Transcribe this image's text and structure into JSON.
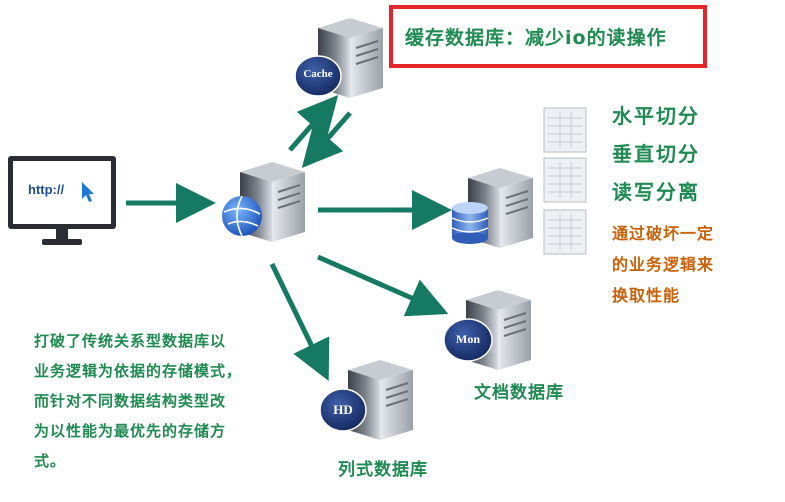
{
  "cache_note": "缓存数据库：减少io的读操作",
  "cache_server_label": "Cache",
  "browser_url": "http://",
  "scaling": {
    "items": [
      "水平切分",
      "垂直切分",
      "读写分离"
    ]
  },
  "scaling_note": [
    "通过破坏一定",
    "的业务逻辑来",
    "换取性能"
  ],
  "doc_db": {
    "badge": "Mon",
    "caption": "文档数据库"
  },
  "col_db": {
    "badge": "HD",
    "caption": "列式数据库"
  },
  "nosql_note": [
    "打破了传统关系型数据库以",
    "业务逻辑为依据的存储模式，",
    "而针对不同数据结构类型改",
    "为以性能为最优先的存储方",
    "式。"
  ],
  "colors": {
    "arrow": "#167a63",
    "text_green": "#1f8a52",
    "text_orange": "#c8620a",
    "highlight_border": "#e4262b"
  }
}
